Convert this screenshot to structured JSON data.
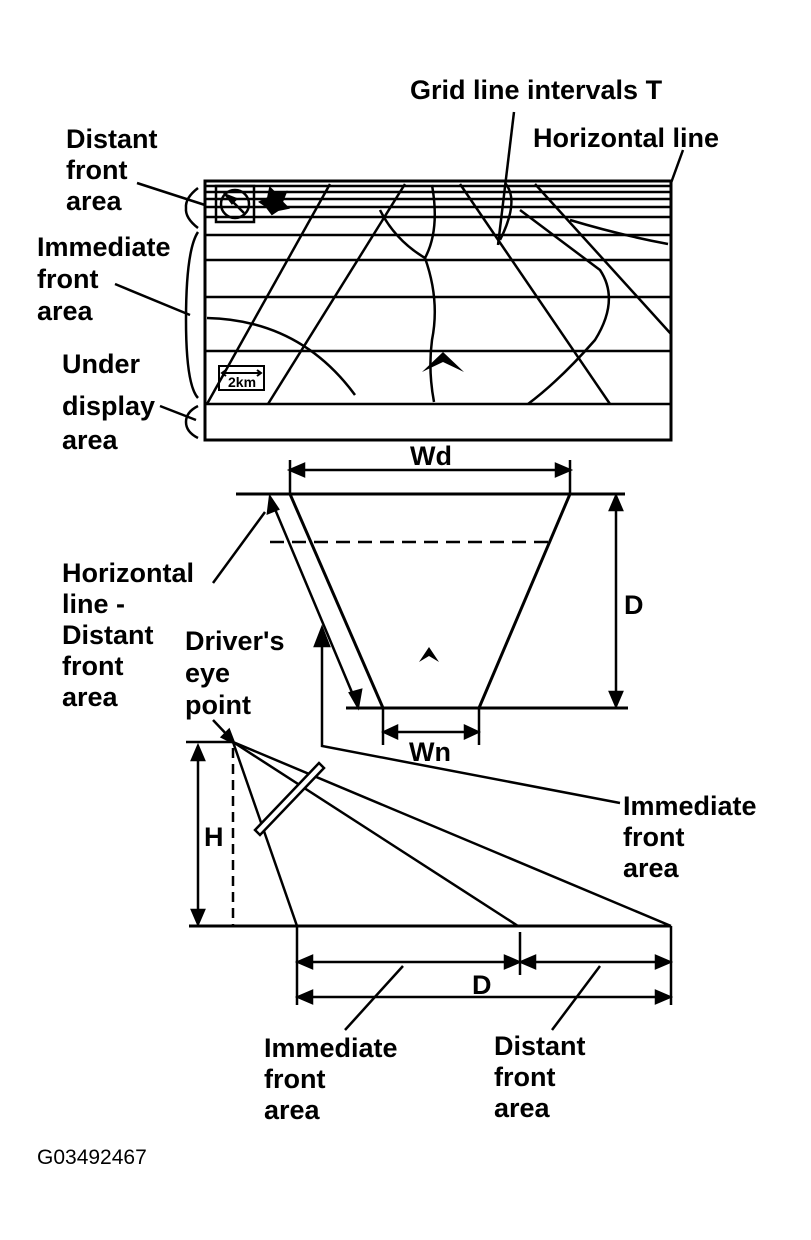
{
  "labels": {
    "grid_line_intervals": "Grid line intervals T",
    "horizontal_line_top": "Horizontal line",
    "distant_front_area_top": [
      "Distant",
      "front",
      "area"
    ],
    "immediate_front_area_top": [
      "Immediate",
      "front",
      "area"
    ],
    "under_display_area": [
      "Under",
      "display",
      "area"
    ],
    "wd": "Wd",
    "d_top": "D",
    "horizontal_line_distant": [
      "Horizontal",
      "line -",
      "Distant",
      "front",
      "area"
    ],
    "drivers_eye_point": [
      "Driver's",
      "eye",
      "point"
    ],
    "wn": "Wn",
    "immediate_front_area_right": [
      "Immediate",
      "front",
      "area"
    ],
    "h": "H",
    "d_bottom": "D",
    "immediate_front_area_bottom": [
      "Immediate",
      "front",
      "area"
    ],
    "distant_front_area_bottom": [
      "Distant",
      "front",
      "area"
    ],
    "scale_2km": "2km",
    "figure_code": "G03492467"
  }
}
